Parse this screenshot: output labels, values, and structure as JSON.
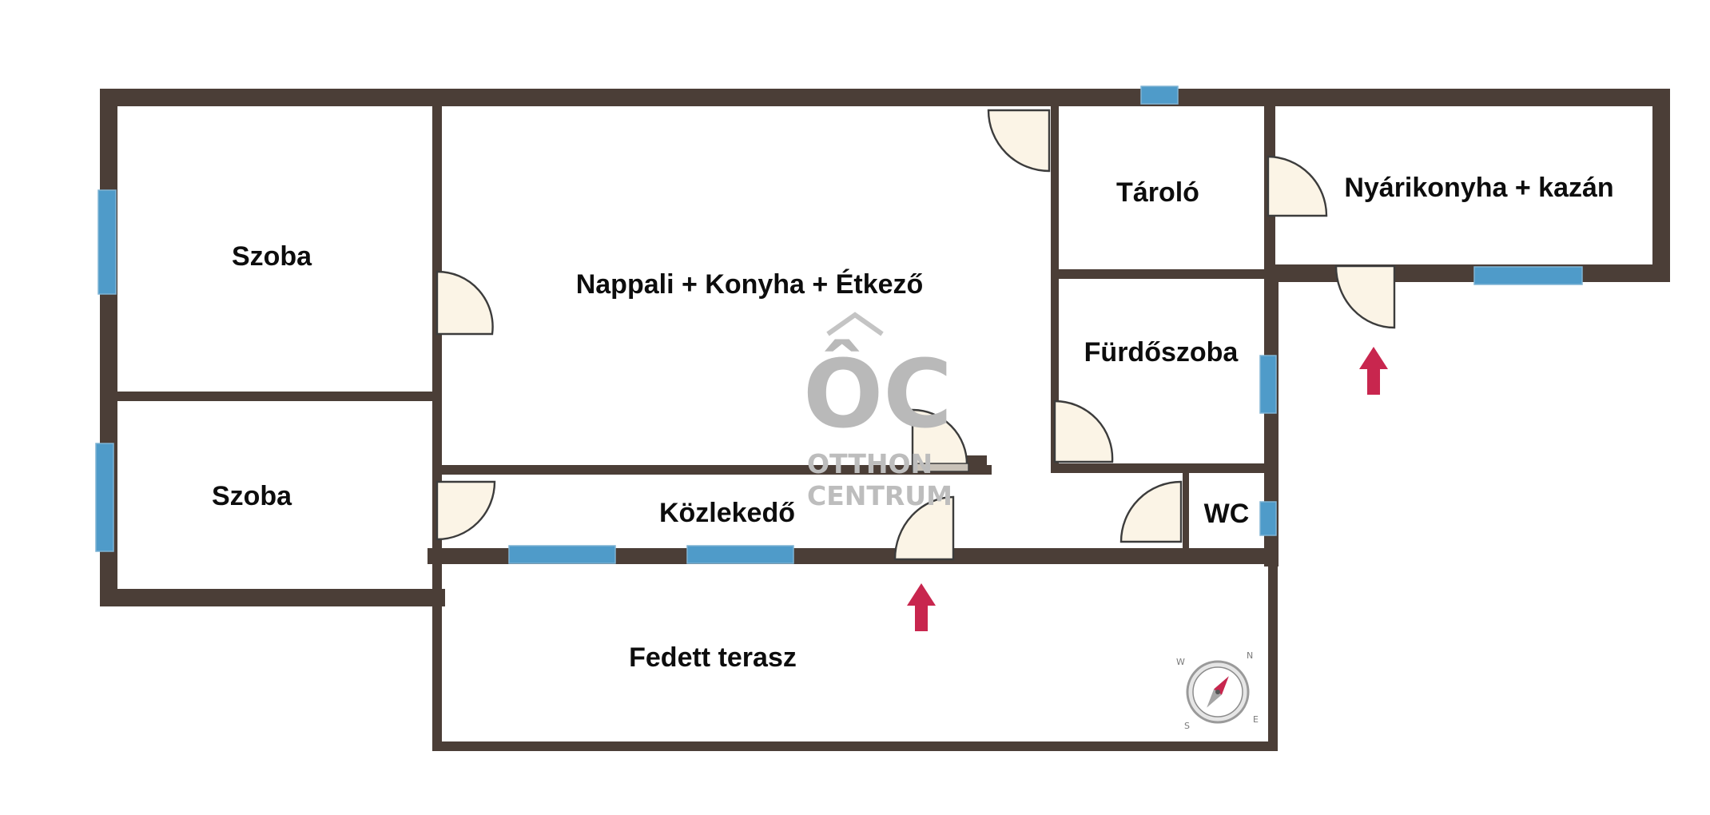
{
  "floorplan": {
    "rooms": [
      {
        "id": "szoba-1",
        "label": "Szoba"
      },
      {
        "id": "szoba-2",
        "label": "Szoba"
      },
      {
        "id": "nappali",
        "label": "Nappali + Konyha + Étkező"
      },
      {
        "id": "tarolo",
        "label": "Tároló"
      },
      {
        "id": "nyarikonyha",
        "label": "Nyárikonyha + kazán"
      },
      {
        "id": "furdoszoba",
        "label": "Fürdőszoba"
      },
      {
        "id": "kozlekedo",
        "label": "Közlekedő"
      },
      {
        "id": "wc",
        "label": "WC"
      },
      {
        "id": "terasz",
        "label": "Fedett terasz"
      }
    ],
    "watermark": {
      "mark": "ÔC",
      "line1": "OTTHON",
      "line2": "CENTRUM"
    },
    "compass": {
      "letters": [
        "N",
        "E",
        "S",
        "W"
      ],
      "icon": "compass-icon"
    },
    "entrance_arrows": 2,
    "colors": {
      "wall": "#4b3e37",
      "window": "#4f9bc9",
      "door": "#fbf4e6",
      "arrow": "#c8264e",
      "watermark": "#bdbdbd"
    }
  }
}
